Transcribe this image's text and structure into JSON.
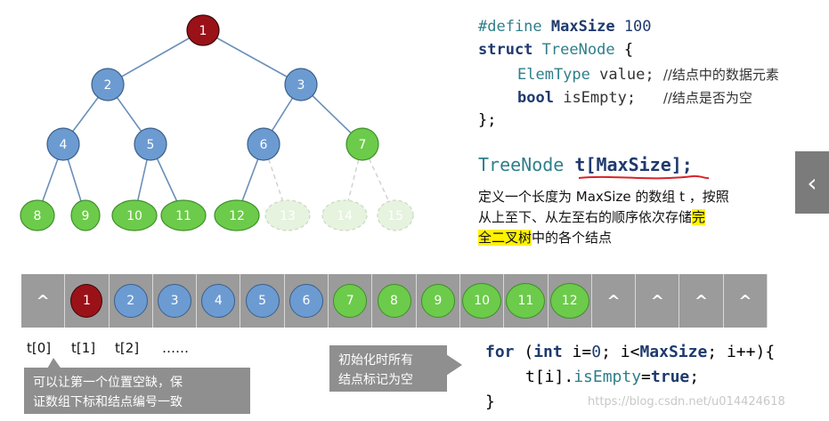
{
  "tree": {
    "nodes": [
      "1",
      "2",
      "3",
      "4",
      "5",
      "6",
      "7",
      "8",
      "9",
      "10",
      "11",
      "12",
      "13",
      "14",
      "15"
    ]
  },
  "code_top": {
    "line1_kw": "#define",
    "line1_name": "MaxSize",
    "line1_val": "100",
    "line2_kw": "struct",
    "line2_type": "TreeNode",
    "line2_brace": "{",
    "line3_type": "ElemType",
    "line3_var": "value;",
    "line3_comment": "//结点中的数据元素",
    "line4_kw": "bool",
    "line4_var": "isEmpty;",
    "line4_comment": "//结点是否为空",
    "line5": "};"
  },
  "decl": {
    "type": "TreeNode",
    "var": "t[MaxSize];"
  },
  "description": {
    "line1": "定义一个长度为 MaxSize 的数组 t ，按照",
    "line2a": "从上至下、从左至右的顺序依次存储",
    "line2b": "完",
    "line3a": "全二叉树",
    "line3b": "中的各个结点"
  },
  "array": {
    "cells": [
      "^",
      "1",
      "2",
      "3",
      "4",
      "5",
      "6",
      "7",
      "8",
      "9",
      "10",
      "11",
      "12",
      "^",
      "^",
      "^",
      "^"
    ]
  },
  "indices": [
    "t[0]",
    "t[1]",
    "t[2]",
    "……"
  ],
  "bubble_left": {
    "line1": "可以让第一个位置空缺，保",
    "line2": "证数组下标和结点编号一致"
  },
  "bubble_right": {
    "line1": "初始化时所有",
    "line2": "结点标记为空"
  },
  "code_bottom": {
    "l1_for": "for",
    "l1_rest1": " (",
    "l1_int": "int",
    "l1_rest2": " i=",
    "l1_zero": "0",
    "l1_rest3": "; i<",
    "l1_max": "MaxSize",
    "l1_rest4": "; i++){",
    "l2_a": "t[i].",
    "l2_field": "isEmpty",
    "l2_eq": "=",
    "l2_true": "true",
    "l2_end": ";",
    "l3": "}"
  },
  "scroll_icon": "chevron-left-icon",
  "watermark": "https://blog.csdn.net/u014424618",
  "colors": {
    "root": "#9b1118",
    "blue": "#6c9bd2",
    "green": "#6ccb4a",
    "ghost": "#e6f3df",
    "caret_cell": "#9b9b9b"
  }
}
